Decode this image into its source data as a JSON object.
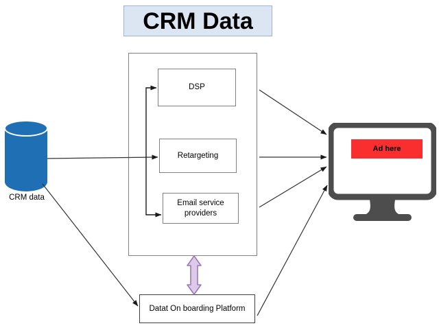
{
  "diagram": {
    "title": "CRM Data",
    "title_bg_color": "#dce6f2",
    "source": {
      "label": "CRM data",
      "icon": "database-cylinder-icon",
      "color": "#1f6fb5"
    },
    "channels": [
      {
        "id": "dsp",
        "label": "DSP"
      },
      {
        "id": "retargeting",
        "label": "Retargeting"
      },
      {
        "id": "email",
        "label": "Email service\nproviders"
      }
    ],
    "channel_labels": {
      "dsp": "DSP",
      "retargeting": "Retargeting",
      "email_line1": "Email service",
      "email_line2": "providers"
    },
    "onboarding": {
      "label": "Datat On boarding Platform"
    },
    "bidirectional_arrow": {
      "name": "purple-double-arrow",
      "fill_color": "#ddc9e8",
      "stroke_color": "#9a78b8",
      "direction": "vertical-both"
    },
    "destination": {
      "device": "desktop-monitor-icon",
      "device_color": "#4d4d4d",
      "ad_label": "Ad here",
      "ad_color": "#f92e2e"
    },
    "connector_color": "#333333"
  }
}
